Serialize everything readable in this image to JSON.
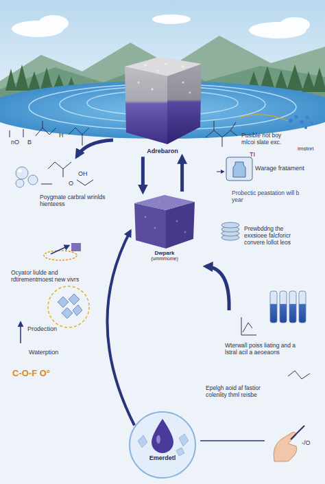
{
  "diagram": {
    "nodes": [
      {
        "text": [
          "Adrebaron"
        ]
      },
      {
        "text": [
          "Dwpark",
          "(ummmome)"
        ]
      },
      {
        "text": [
          "Emerdetl"
        ]
      }
    ],
    "edges": [
      {
        "from": 0,
        "to": 1,
        "arrow": "to"
      },
      {
        "from": 1,
        "to": 0,
        "arrow": "to"
      },
      {
        "from": 2,
        "to": 1,
        "arrow": "to"
      }
    ],
    "labels": [
      "nO",
      "B",
      "H",
      "TI",
      "OH",
      "O",
      "Pusible not boy mlcoi slate exc.",
      "imstnri",
      "Poygmate carbral wrinlds hienteess",
      "Warage fratament",
      "Probectic peastation will b year",
      "Prewbddng the exxsioee falcforicr convere lollot leos",
      "Ocyator liulde and rdtirementmoest new vivrs",
      "Prodection",
      "Waterption",
      "Wterwall poiss liating and a lstral acil a aeoeaons",
      "C-O-F O°",
      "Epelgh aoid af fastior colenlity thml reisbe",
      "-/O"
    ]
  }
}
